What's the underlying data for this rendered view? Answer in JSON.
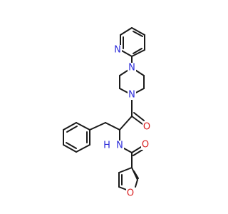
{
  "molecule": {
    "atoms": {
      "n_pyridine": "N",
      "n_piperazine_top": "N",
      "n_piperazine_bottom": "N",
      "o_carbonyl_upper": "O",
      "n_amide": "N",
      "h_amide": "H",
      "o_carbonyl_lower": "O",
      "o_furan": "O"
    },
    "colors": {
      "nitrogen": "#2b2bd9",
      "oxygen": "#d92020",
      "bond": "#1a1a1a"
    }
  }
}
